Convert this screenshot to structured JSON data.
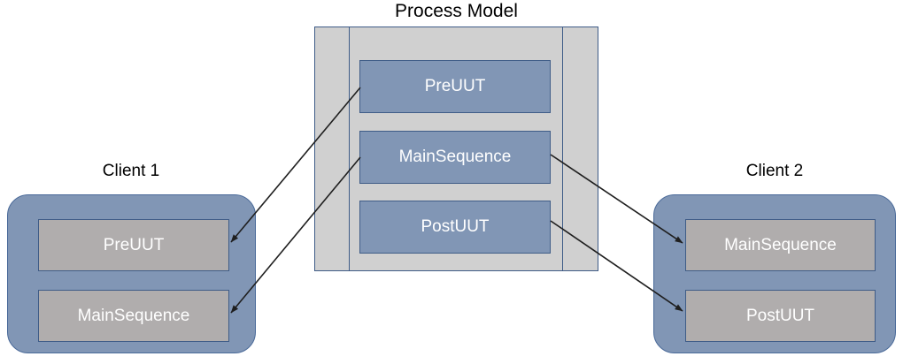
{
  "diagram": {
    "type": "deployment-diagram",
    "background": "#ffffff"
  },
  "process_model": {
    "title": "Process Model",
    "fill": "#d0d0d0",
    "border": "#3f5c87",
    "steps": [
      {
        "label": "PreUUT",
        "fill": "#8196b5",
        "text_color": "#ffffff"
      },
      {
        "label": "MainSequence",
        "fill": "#8196b5",
        "text_color": "#ffffff"
      },
      {
        "label": "PostUUT",
        "fill": "#8196b5",
        "text_color": "#ffffff"
      }
    ]
  },
  "clients": [
    {
      "title": "Client 1",
      "fill": "#8196b5",
      "border": "#4a6a99",
      "steps": [
        {
          "label": "PreUUT",
          "fill": "#b0adad",
          "text_color": "#ffffff"
        },
        {
          "label": "MainSequence",
          "fill": "#b0adad",
          "text_color": "#ffffff"
        }
      ]
    },
    {
      "title": "Client 2",
      "fill": "#8196b5",
      "border": "#4a6a99",
      "steps": [
        {
          "label": "MainSequence",
          "fill": "#b0adad",
          "text_color": "#ffffff"
        },
        {
          "label": "PostUUT",
          "fill": "#b0adad",
          "text_color": "#ffffff"
        }
      ]
    }
  ],
  "connectors": [
    {
      "from": "process-model.PreUUT",
      "to": "client-1.PreUUT",
      "color": "#1f1f1f"
    },
    {
      "from": "process-model.MainSequence",
      "to": "client-1.MainSequence",
      "color": "#1f1f1f"
    },
    {
      "from": "process-model.MainSequence",
      "to": "client-2.MainSequence",
      "color": "#1f1f1f"
    },
    {
      "from": "process-model.PostUUT",
      "to": "client-2.PostUUT",
      "color": "#1f1f1f"
    }
  ]
}
